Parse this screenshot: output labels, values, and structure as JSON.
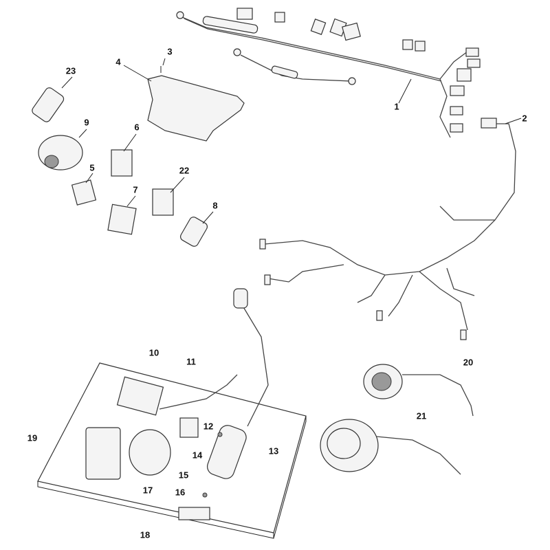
{
  "title": "Electrical components exploded parts diagram",
  "callouts": [
    {
      "id": "1",
      "label": "1"
    },
    {
      "id": "2",
      "label": "2"
    },
    {
      "id": "3",
      "label": "3"
    },
    {
      "id": "4",
      "label": "4"
    },
    {
      "id": "5",
      "label": "5"
    },
    {
      "id": "6",
      "label": "6"
    },
    {
      "id": "7",
      "label": "7"
    },
    {
      "id": "8",
      "label": "8"
    },
    {
      "id": "9",
      "label": "9"
    },
    {
      "id": "10",
      "label": "10"
    },
    {
      "id": "11",
      "label": "11"
    },
    {
      "id": "12",
      "label": "12"
    },
    {
      "id": "13",
      "label": "13"
    },
    {
      "id": "14",
      "label": "14"
    },
    {
      "id": "15",
      "label": "15"
    },
    {
      "id": "16",
      "label": "16"
    },
    {
      "id": "17",
      "label": "17"
    },
    {
      "id": "18",
      "label": "18"
    },
    {
      "id": "19",
      "label": "19"
    },
    {
      "id": "20",
      "label": "20"
    },
    {
      "id": "21",
      "label": "21"
    },
    {
      "id": "22",
      "label": "22"
    },
    {
      "id": "23",
      "label": "23"
    }
  ]
}
